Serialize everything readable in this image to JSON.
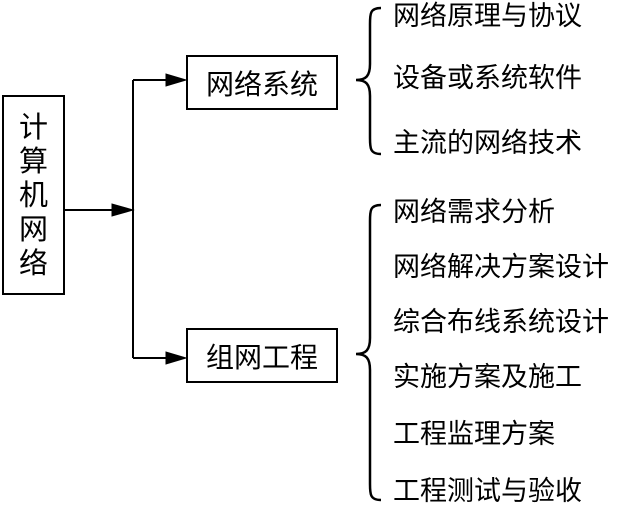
{
  "root": {
    "chars": [
      "计",
      "算",
      "机",
      "网",
      "络"
    ]
  },
  "branches": [
    {
      "label": "网络系统",
      "items": [
        "网络原理与协议",
        "设备或系统软件",
        "主流的网络技术"
      ]
    },
    {
      "label": "组网工程",
      "items": [
        "网络需求分析",
        "网络解决方案设计",
        "综合布线系统设计",
        "实施方案及施工",
        "工程监理方案",
        "工程测试与验收"
      ]
    }
  ]
}
